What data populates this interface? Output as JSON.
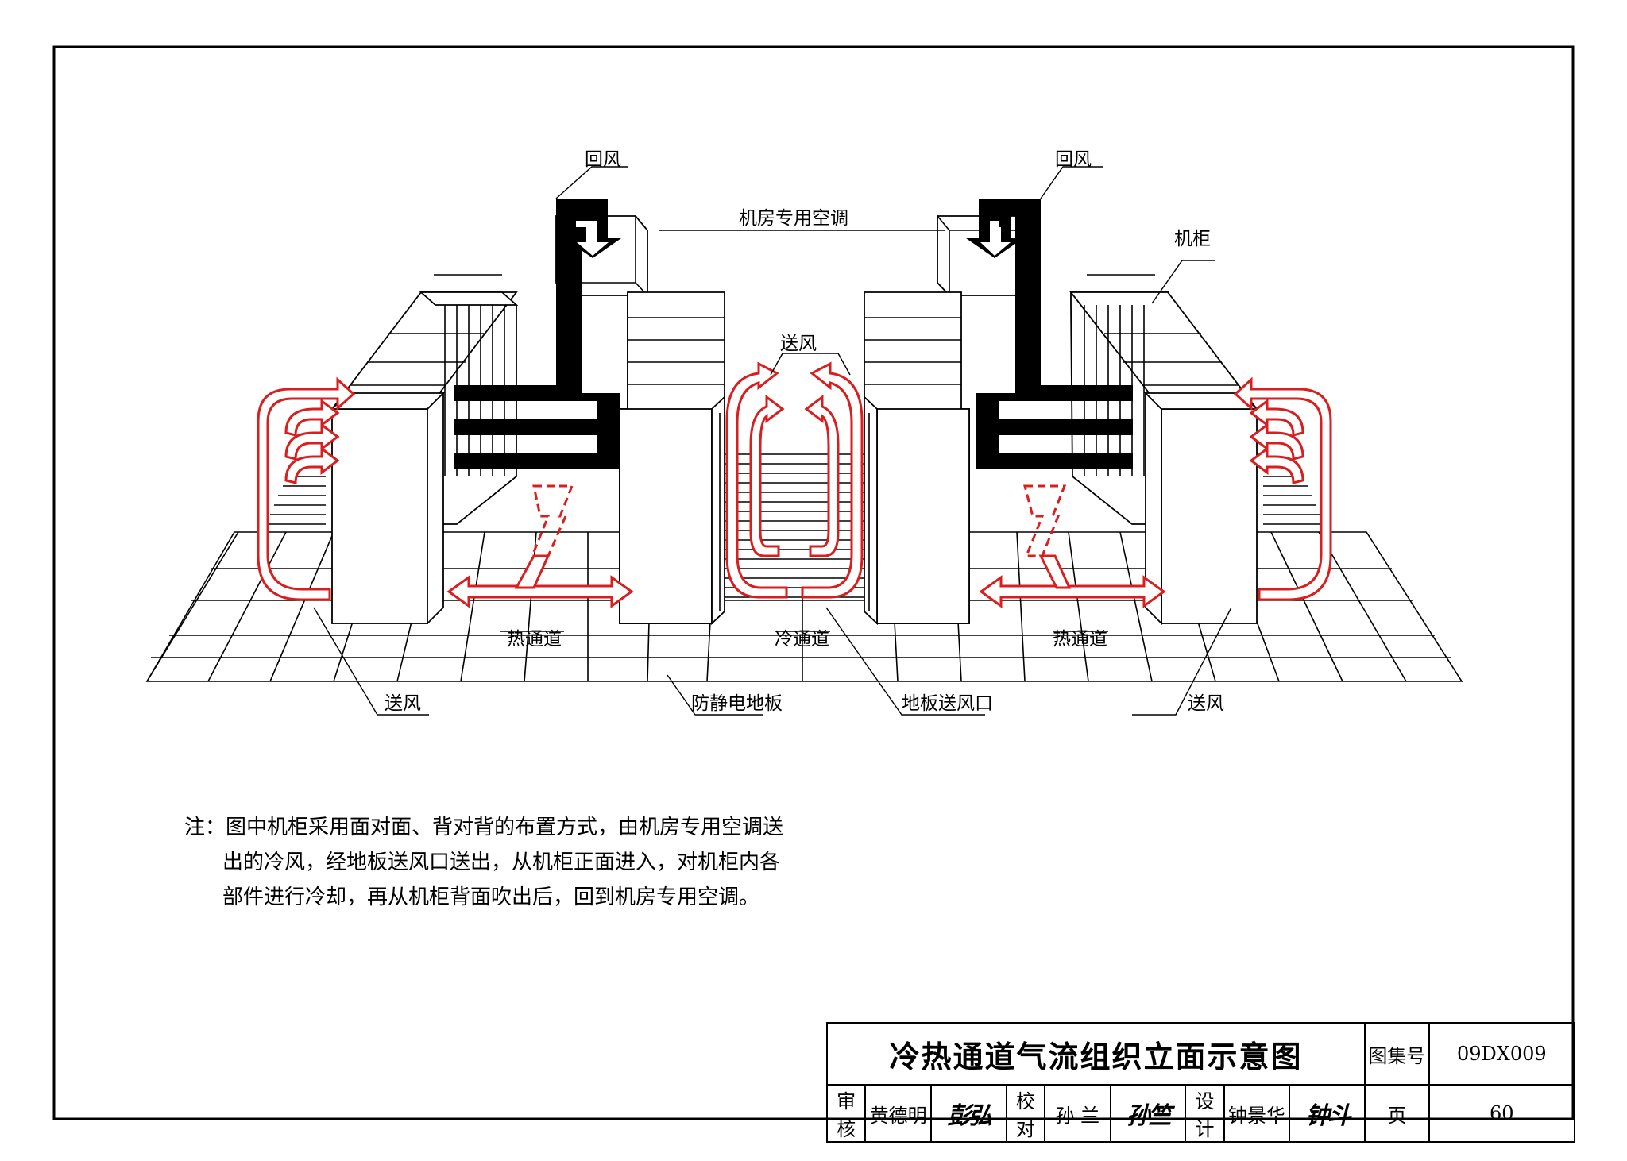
{
  "labels": {
    "return_air_left": "回风",
    "return_air_right": "回风",
    "crac": "机房专用空调",
    "cabinet": "机柜",
    "supply_top": "送风",
    "hot_aisle_left": "热通道",
    "cold_aisle": "冷通道",
    "hot_aisle_right": "热通道",
    "supply_left": "送风",
    "floor": "防静电地板",
    "floor_vent": "地板送风口",
    "supply_right": "送风"
  },
  "note": {
    "lines": [
      "注：图中机柜采用面对面、背对背的布置方式，由机房专用空调送",
      "出的冷风，经地板送风口送出，从机柜正面进入，对机柜内各",
      "部件进行冷却，再从机柜背面吹出后，回到机房专用空调。"
    ]
  },
  "title_block": {
    "title": "冷热通道气流组织立面示意图",
    "atlas_label": "图集号",
    "atlas_no": "09DX009",
    "review_label": "审核",
    "reviewer": "黄德明",
    "check_label": "校对",
    "checker": "孙 兰",
    "design_label": "设计",
    "designer": "钟景华",
    "page_label": "页",
    "page_no": "60"
  },
  "colors": {
    "airflow": "#d81e1e",
    "return_duct": "#000000",
    "line": "#000000"
  }
}
